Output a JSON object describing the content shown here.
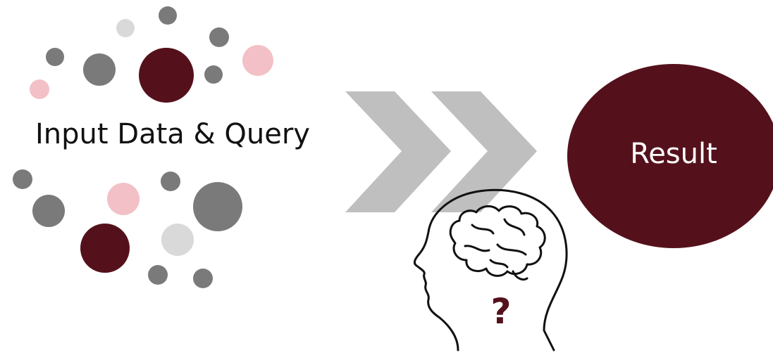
{
  "input": {
    "label": "Input Data & Query"
  },
  "result": {
    "label": "Result"
  },
  "brain": {
    "question": "?"
  },
  "colors": {
    "maroon": "#54111c",
    "gray": "#7a7a7a",
    "light_gray": "#d9d9d9",
    "pink": "#f2c0c6",
    "arrow": "#bfbfbf",
    "outline": "#111111"
  },
  "icons": [
    "scatter-dots",
    "double-chevron-arrow",
    "head-brain-icon",
    "result-circle"
  ]
}
